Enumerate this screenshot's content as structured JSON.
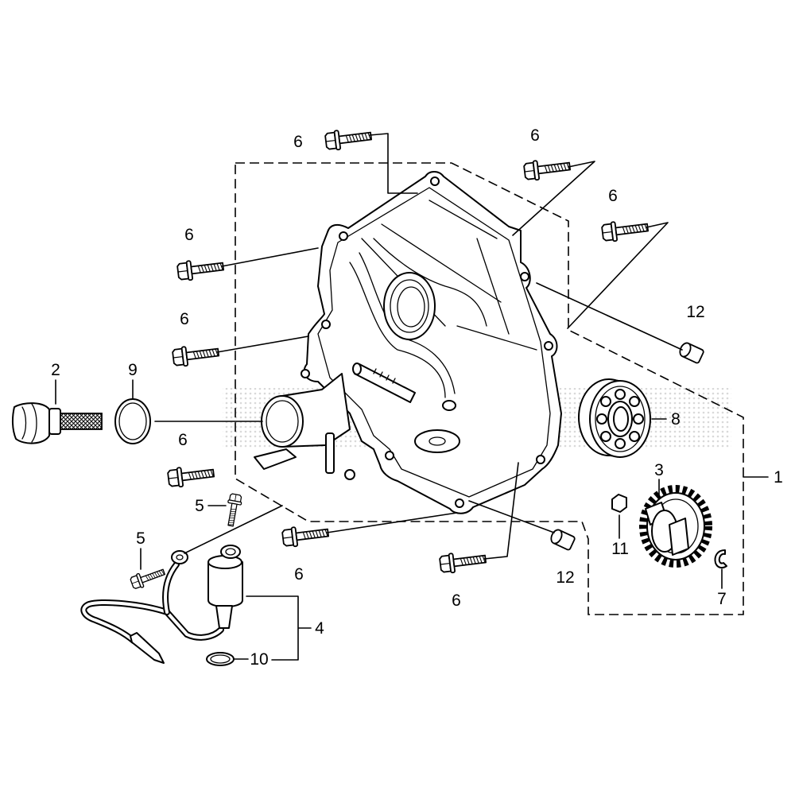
{
  "callouts": [
    "6",
    "6",
    "6",
    "6",
    "12",
    "6",
    "2",
    "9",
    "8",
    "1",
    "3",
    "6",
    "5",
    "5",
    "11",
    "12",
    "6",
    "6",
    "7",
    "4",
    "10"
  ],
  "colors": {
    "line": "#000000",
    "background": "#ffffff",
    "watermark": "#c8c8c8"
  }
}
